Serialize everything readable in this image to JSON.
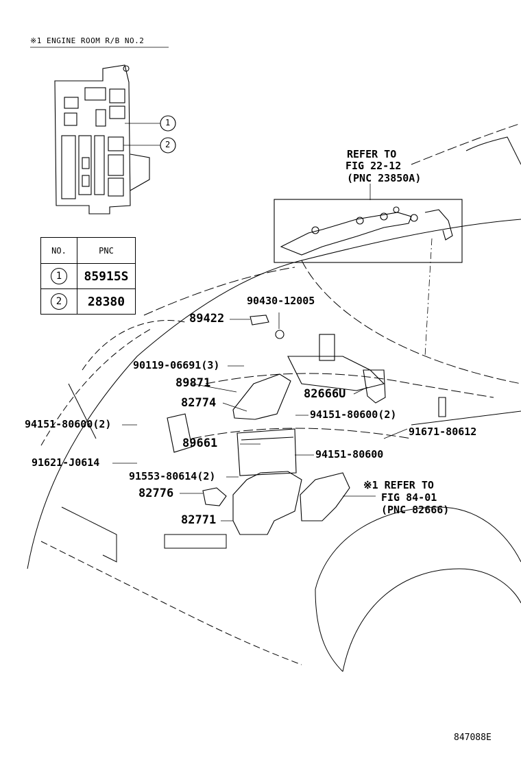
{
  "relay_block": {
    "title": "※1 ENGINE ROOM R/B NO.2",
    "callouts": [
      "1",
      "2"
    ]
  },
  "table": {
    "headers": [
      "NO.",
      "PNC"
    ],
    "rows": [
      {
        "no": "1",
        "pnc": "85915S"
      },
      {
        "no": "2",
        "pnc": "28380"
      }
    ]
  },
  "refer_top": {
    "line1": "REFER TO",
    "line2": "FIG 22-12",
    "line3": "(PNC 23850A)"
  },
  "refer_bottom": {
    "line1": "※1 REFER TO",
    "line2": "FIG 84-01",
    "line3": "(PNC 82666)"
  },
  "parts": {
    "p90430": "90430-12005",
    "p89422": "89422",
    "p90119": "90119-06691(3)",
    "p89871": "89871",
    "p82774": "82774",
    "p82666u": "82666U",
    "p94151a": "94151-80600(2)",
    "p94151b": "94151-80600(2)",
    "p91671": "91671-80612",
    "p89661": "89661",
    "p94151c": "94151-80600",
    "p91621": "91621-J0614",
    "p91553": "91553-80614(2)",
    "p82776": "82776",
    "p82771": "82771"
  },
  "footer": {
    "code": "847088E"
  }
}
